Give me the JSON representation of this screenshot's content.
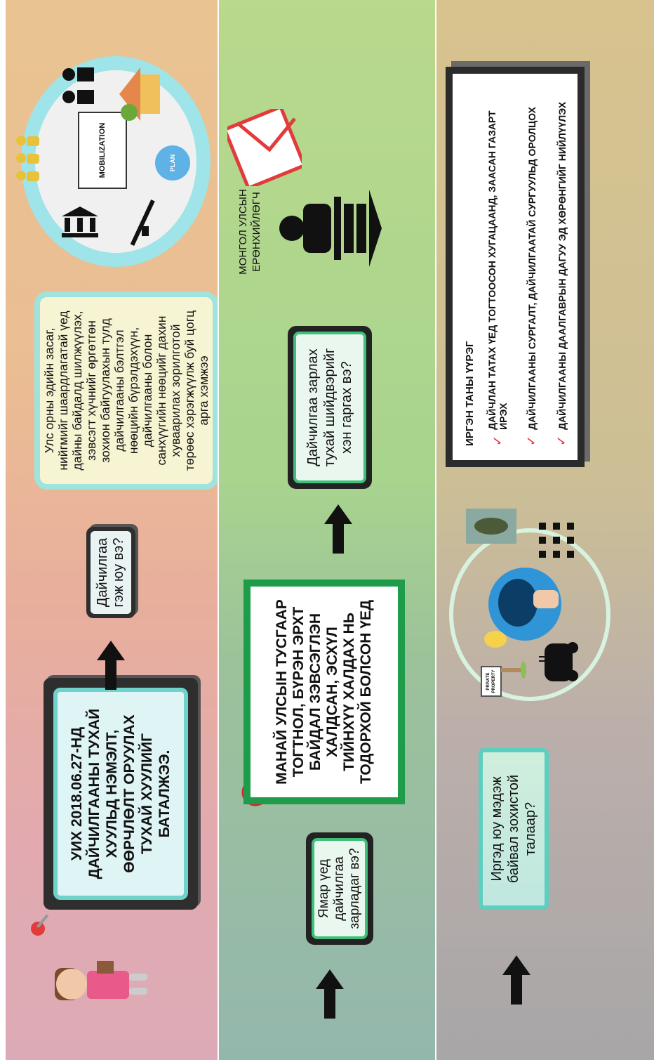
{
  "col1": {
    "law_note": "УИХ 2018.06.27-НД ДАЙЧИЛГААНЫ ТУХАЙ ХУУЛЬД НЭМЭЛТ, ӨӨРЧЛӨЛТ ОРУУЛАХ ТУХАЙ ХУУЛИЙГ БАТАЛЖЭЭ.",
    "question": "Дайчилгаа гэж юу вэ?",
    "definition": "Улс орны эдийн засаг, нийгмийг шаардлагатай үед дайны байдалд шилжүүлэх, зэвсэгт хүчнийг өргөтгөн зохион байгуулахын тулд дайчилгааны бэлтгэл нөөцийн бүрэлдэхүүн, дайчилгааны болон санхүүгийн нөөцийг дахин хуваарилах зорилготой төрөөс хэрэгжүүлж буй цогц арга хэмжээ",
    "mobilization_label": "MOBILIZATION",
    "plan_label": "PLAN"
  },
  "col2": {
    "question": "Ямар үед дайчилгаа зарладаг вэ?",
    "answer": "МАНАЙ УЛСЫН ТУСГААР ТОГТНОЛ, БҮРЭН ЭРХТ БАЙДАЛ ЗЭВСЭГЛЭН ХАЛДСАН, ЭСХҮЛ ТИЙНХҮҮ ХАЛДАХ НЬ ТОДОРХОЙ БОЛСОН ҮЕД",
    "question2": "Дайчилгаа зарлах тухай шийдвэрийг хэн гаргах вэ?",
    "president_label": "МОНГОЛ УЛСЫН ЕРӨНХИЙЛӨГЧ"
  },
  "col3": {
    "question": "Иргэд юу мэдэж байвал зохистой талаар?",
    "private_sign": "PRIVATE PROPERTY",
    "duties_title": "ИРГЭН ТАНЫ ҮҮРЭГ",
    "duties": [
      "ДАЙЧЛАН ТАТАХ ҮЕД ТОГТООСОН ХУГАЦААНД, ЗААСАН ГАЗАРТ ИРЭХ",
      "ДАЙЧИЛГААНЫ СУРГАЛТ, ДАЙЧИЛГААТАЙ СУРГУУЛЬД ОРОЛЦОХ",
      "ДАЙЧИЛГААНЫ ДААЛГАВРЫН ДАГУУ ЭД ХӨРӨНГИЙГ НИЙЛҮҮЛЭХ"
    ],
    "check_mark": "✓"
  },
  "colors": {
    "accent_teal": "#6fd2cb",
    "accent_green": "#1e9c4a",
    "check_red": "#e6313c"
  }
}
